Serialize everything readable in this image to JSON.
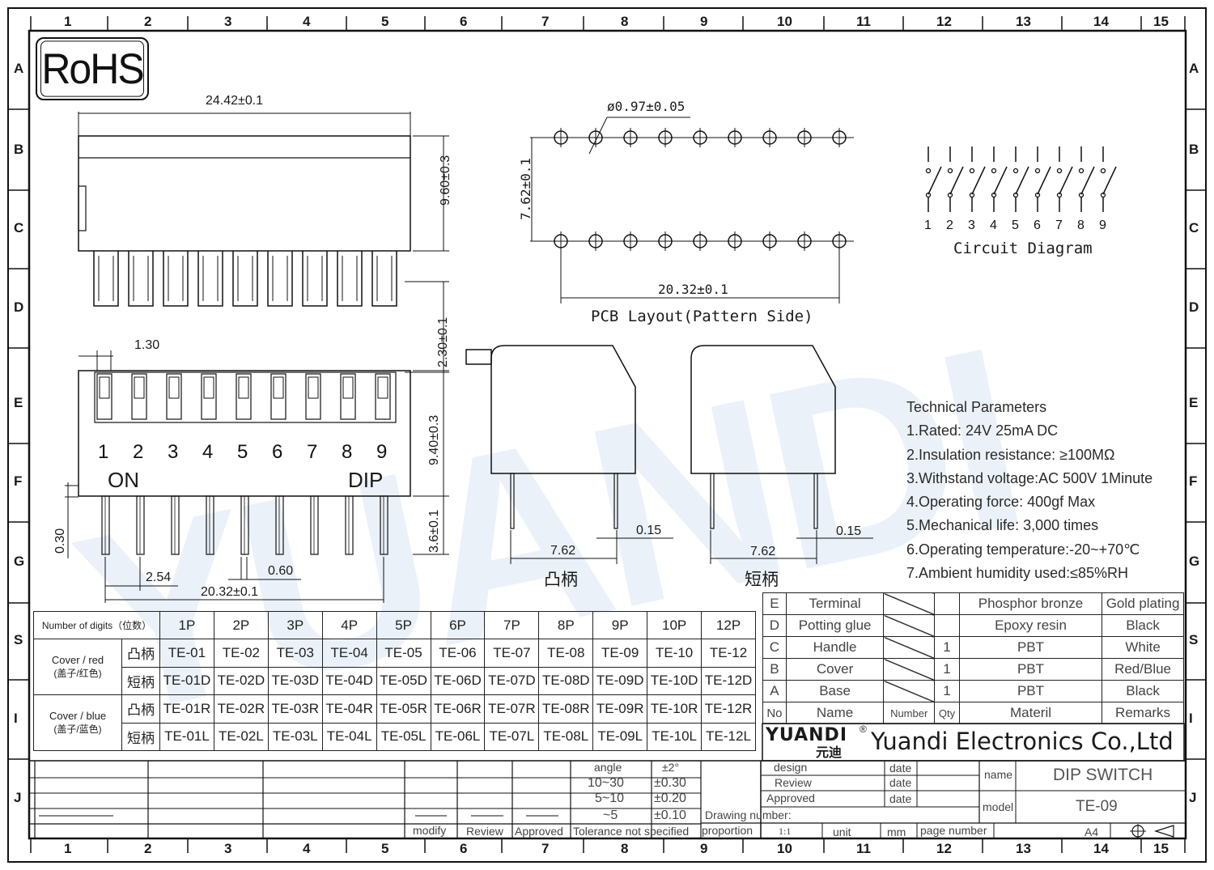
{
  "frame": {
    "col_numbers": [
      "1",
      "2",
      "3",
      "4",
      "5",
      "6",
      "7",
      "8",
      "9",
      "10",
      "11",
      "12",
      "13",
      "14",
      "15"
    ],
    "row_letters": [
      "A",
      "B",
      "C",
      "D",
      "E",
      "F",
      "G",
      "S",
      "I",
      "J"
    ]
  },
  "rohs": "RoHS",
  "watermark": "YUANDI",
  "side_view": {
    "width": "24.42±0.1",
    "height": "9.60±0.3",
    "lead_gap": "2.30±0.1"
  },
  "front_view": {
    "pitch_top": "1.30",
    "switch_numbers": [
      "1",
      "2",
      "3",
      "4",
      "5",
      "6",
      "7",
      "8",
      "9"
    ],
    "on_label": "ON",
    "dip_label": "DIP",
    "body_height": "9.40±0.3",
    "lead_length": "3.6±0.1",
    "lead_offset": "0.30",
    "pitch": "2.54",
    "lead_width": "0.60",
    "span": "20.32±0.1"
  },
  "pcb": {
    "hole_dia": "ø0.97±0.05",
    "row_spacing": "7.62±0.1",
    "span": "20.32±0.1",
    "title": "PCB  Layout(Pattern  Side)"
  },
  "circuit": {
    "numbers": [
      "1",
      "2",
      "3",
      "4",
      "5",
      "6",
      "7",
      "8",
      "9"
    ],
    "title": "Circuit  Diagram"
  },
  "profiles": [
    {
      "width": "7.62",
      "thickness": "0.15",
      "caption": "凸柄"
    },
    {
      "width": "7.62",
      "thickness": "0.15",
      "caption": "短柄"
    }
  ],
  "tech": {
    "title": "Technical Parameters",
    "items": [
      "1.Rated: 24V 25mA  DC",
      "2.Insulation resistance: ≥100MΩ",
      "3.Withstand voltage:AC 500V 1Minute",
      "4.Operating force: 400gf Max",
      "5.Mechanical life: 3,000 times",
      "6.Operating temperature:-20~+70℃",
      "7.Ambient humidity used:≤85%RH"
    ]
  },
  "parts_table": {
    "header": {
      "digits_label": "Number of digits（位数）",
      "cols": [
        "1P",
        "2P",
        "3P",
        "4P",
        "5P",
        "6P",
        "7P",
        "8P",
        "9P",
        "10P",
        "12P"
      ]
    },
    "groups": [
      {
        "label": "Cover / red",
        "sub": "(盖子/红色)",
        "rows": [
          {
            "type": "凸柄",
            "cells": [
              "TE-01",
              "TE-02",
              "TE-03",
              "TE-04",
              "TE-05",
              "TE-06",
              "TE-07",
              "TE-08",
              "TE-09",
              "TE-10",
              "TE-12"
            ]
          },
          {
            "type": "短柄",
            "cells": [
              "TE-01D",
              "TE-02D",
              "TE-03D",
              "TE-04D",
              "TE-05D",
              "TE-06D",
              "TE-07D",
              "TE-08D",
              "TE-09D",
              "TE-10D",
              "TE-12D"
            ]
          }
        ]
      },
      {
        "label": "Cover / blue",
        "sub": "(盖子/蓝色)",
        "rows": [
          {
            "type": "凸柄",
            "cells": [
              "TE-01R",
              "TE-02R",
              "TE-03R",
              "TE-04R",
              "TE-05R",
              "TE-06R",
              "TE-07R",
              "TE-08R",
              "TE-09R",
              "TE-10R",
              "TE-12R"
            ]
          },
          {
            "type": "短柄",
            "cells": [
              "TE-01L",
              "TE-02L",
              "TE-03L",
              "TE-04L",
              "TE-05L",
              "TE-06L",
              "TE-07L",
              "TE-08L",
              "TE-09L",
              "TE-10L",
              "TE-12L"
            ]
          }
        ]
      }
    ]
  },
  "bom": {
    "rows": [
      {
        "id": "E",
        "name": "Terminal",
        "qty": "",
        "material": "Phosphor bronze",
        "remark": "Gold plating"
      },
      {
        "id": "D",
        "name": "Potting glue",
        "qty": "",
        "material": "Epoxy resin",
        "remark": "Black"
      },
      {
        "id": "C",
        "name": "Handle",
        "qty": "1",
        "material": "PBT",
        "remark": "White"
      },
      {
        "id": "B",
        "name": "Cover",
        "qty": "1",
        "material": "PBT",
        "remark": "Red/Blue"
      },
      {
        "id": "A",
        "name": "Base",
        "qty": "1",
        "material": "PBT",
        "remark": "Black"
      }
    ],
    "header": {
      "no": "No",
      "name": "Name",
      "number": "Number",
      "qty": "Qty",
      "material": "Materil",
      "remarks": "Remarks"
    }
  },
  "company": {
    "logo_en": "YUANDI",
    "logo_cn": "元迪",
    "reg": "®",
    "name": "Yuandi Electronics Co.,Ltd"
  },
  "tolerance": {
    "rows": [
      [
        "angle",
        "±2°"
      ],
      [
        "10~30",
        "±0.30"
      ],
      [
        "5~10",
        "±0.20"
      ],
      [
        "~5",
        "±0.10"
      ]
    ],
    "caption": "Tolerance not specified",
    "modify": "modify",
    "review": "Review",
    "approved": "Approved"
  },
  "title_block": {
    "design": "design",
    "review": "Review",
    "approved": "Approved",
    "date": "date",
    "drawing_number": "Drawing number:",
    "proportion": "proportion",
    "scale": "1:1",
    "unit": "unit",
    "mm": "mm",
    "page_number": "page number",
    "size": "A4",
    "name_label": "name",
    "name_value": "DIP SWITCH",
    "model_label": "model",
    "model_value": "TE-09"
  }
}
